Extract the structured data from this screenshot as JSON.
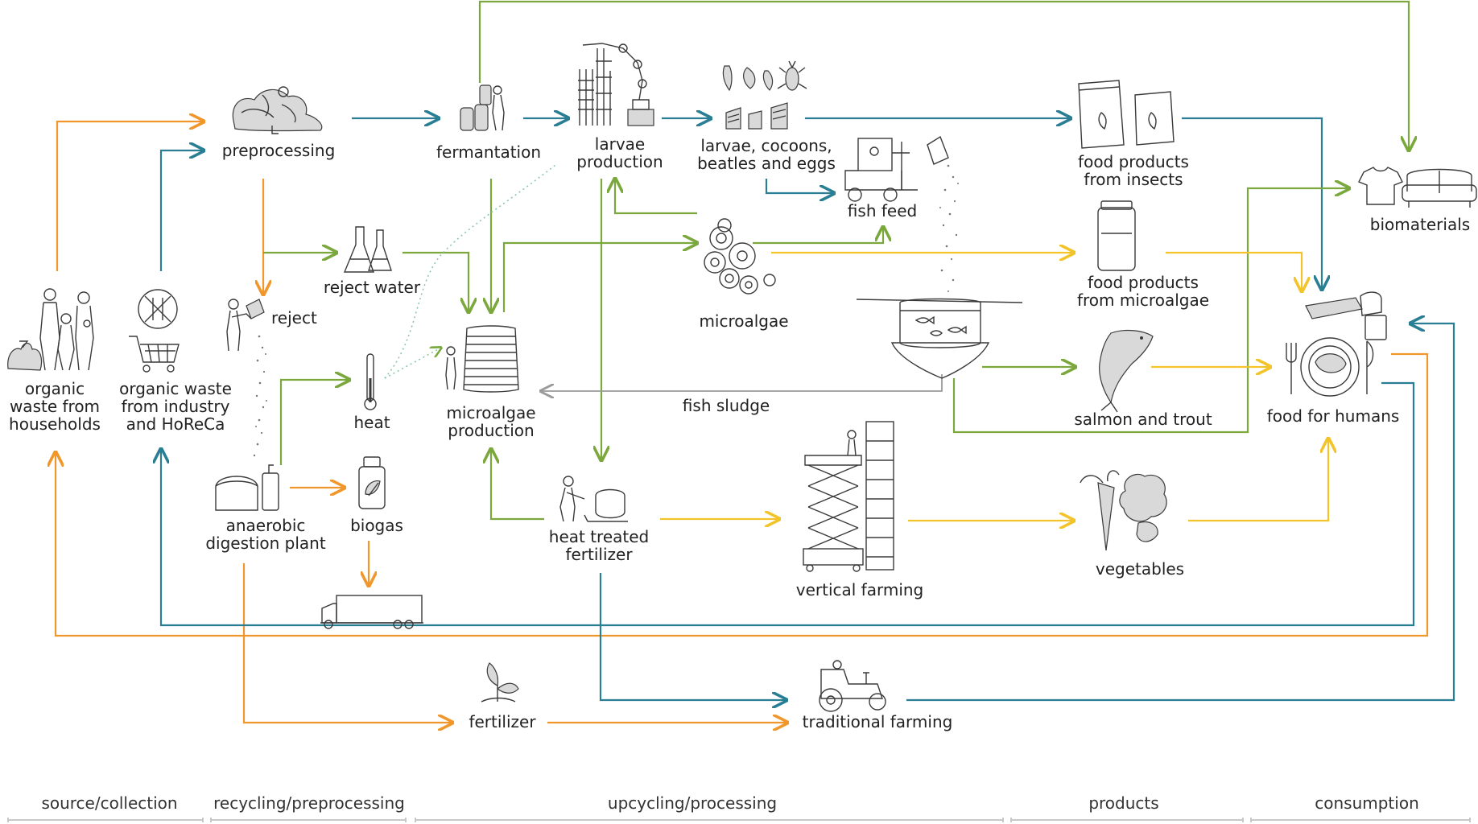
{
  "colors": {
    "orange": "#f0962b",
    "teal": "#2a7e93",
    "green": "#7aa83c",
    "yellow": "#f3c32a",
    "gray": "#9a9a9a",
    "dotted": "#8ec6a8"
  },
  "nodes": {
    "households": "organic\nwaste from\nhouseholds",
    "industry": "organic waste\nfrom industry\nand HoReCa",
    "preprocessing": "preprocessing",
    "fermentation": "fermantation",
    "reject_water": "reject water",
    "reject": "reject",
    "heat": "heat",
    "anaerobic": "anaerobic\ndigestion plant",
    "biogas": "biogas",
    "larvae_production": "larvae\nproduction",
    "larvae_cocoons": "larvae, cocoons,\nbeatles and eggs",
    "fish_feed": "fish feed",
    "microalgae": "microalgae",
    "microalgae_production": "microalgae\nproduction",
    "fish_sludge": "fish sludge",
    "heat_treated_fertilizer": "heat treated\nfertilizer",
    "vertical_farming": "vertical farming",
    "fertilizer": "fertilizer",
    "traditional_farming": "traditional farming",
    "food_insects": "food products\nfrom insects",
    "food_microalgae": "food products\nfrom microalgae",
    "salmon_trout": "salmon and trout",
    "vegetables": "vegetables",
    "biomaterials": "biomaterials",
    "food_humans": "food for humans"
  },
  "stages": [
    "source/collection",
    "recycling/preprocessing",
    "upcycling/processing",
    "products",
    "consumption"
  ],
  "icons": [
    "people-icon",
    "garbage-bags-icon",
    "no-food-icon",
    "shopping-cart-icon",
    "waste-pile-icon",
    "barrels-icon",
    "robot-arm-icon",
    "insects-icon",
    "forklift-icon",
    "packages-icon",
    "flasks-icon",
    "thermometer-icon",
    "digester-icon",
    "gas-bottle-icon",
    "truck-icon",
    "photobioreactor-icon",
    "algae-cells-icon",
    "fish-tank-icon",
    "jar-icon",
    "salmon-icon",
    "fertilizer-pallet-icon",
    "vertical-farm-icon",
    "vegetables-icon",
    "sprout-icon",
    "tractor-icon",
    "tshirt-icon",
    "sofa-icon",
    "meal-icon"
  ]
}
